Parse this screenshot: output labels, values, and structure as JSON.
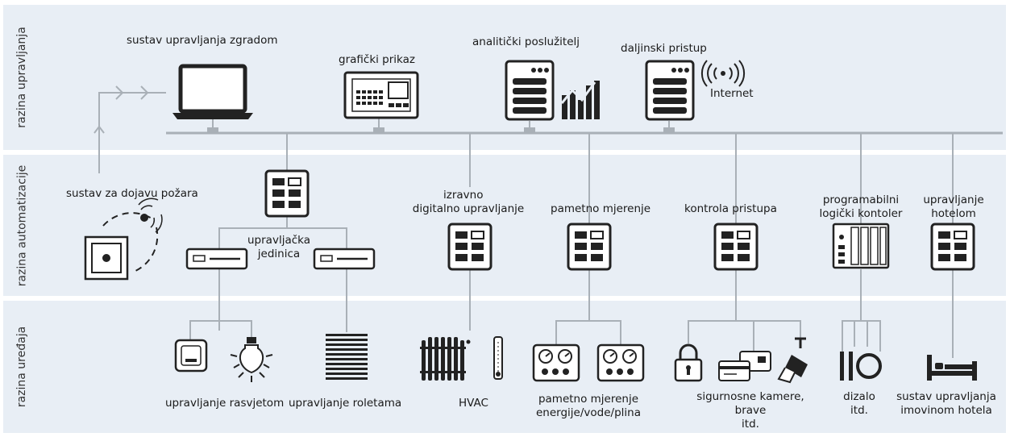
{
  "levels": {
    "management": "razina upravljanja",
    "automation": "razina automatizacije",
    "devices": "razina uređaja"
  },
  "management_nodes": {
    "bms": "sustav upravljanja zgradom",
    "graphic": "grafički prikaz",
    "analytics": "analitički poslužitelj",
    "remote": "daljinski pristup",
    "internet": "Internet"
  },
  "automation_nodes": {
    "fire": "sustav za dojavu požara",
    "control_unit_1": "upravljačka",
    "control_unit_2": "jedinica",
    "ddc_1": "izravno",
    "ddc_2": "digitalno upravljanje",
    "metering": "pametno mjerenje",
    "access": "kontrola pristupa",
    "plc_1": "programabilni",
    "plc_2": "logički kontoler",
    "hotel_1": "upravljanje",
    "hotel_2": "hotelom"
  },
  "device_nodes": {
    "lighting": "upravljanje rasvjetom",
    "blinds": "upravljanje roletama",
    "hvac": "HVAC",
    "meter_1": "pametno mjerenje",
    "meter_2": "energije/vode/plina",
    "security_1": "sigurnosne kamere,",
    "security_2": "brave",
    "security_3": "itd.",
    "elevator_1": "dizalo",
    "elevator_2": "itd.",
    "hotel_assets_1": "sustav upravljanja",
    "hotel_assets_2": "imovinom hotela"
  },
  "colors": {
    "band": "#e8eef5",
    "icon": "#222222",
    "line": "#a9b0b7"
  }
}
